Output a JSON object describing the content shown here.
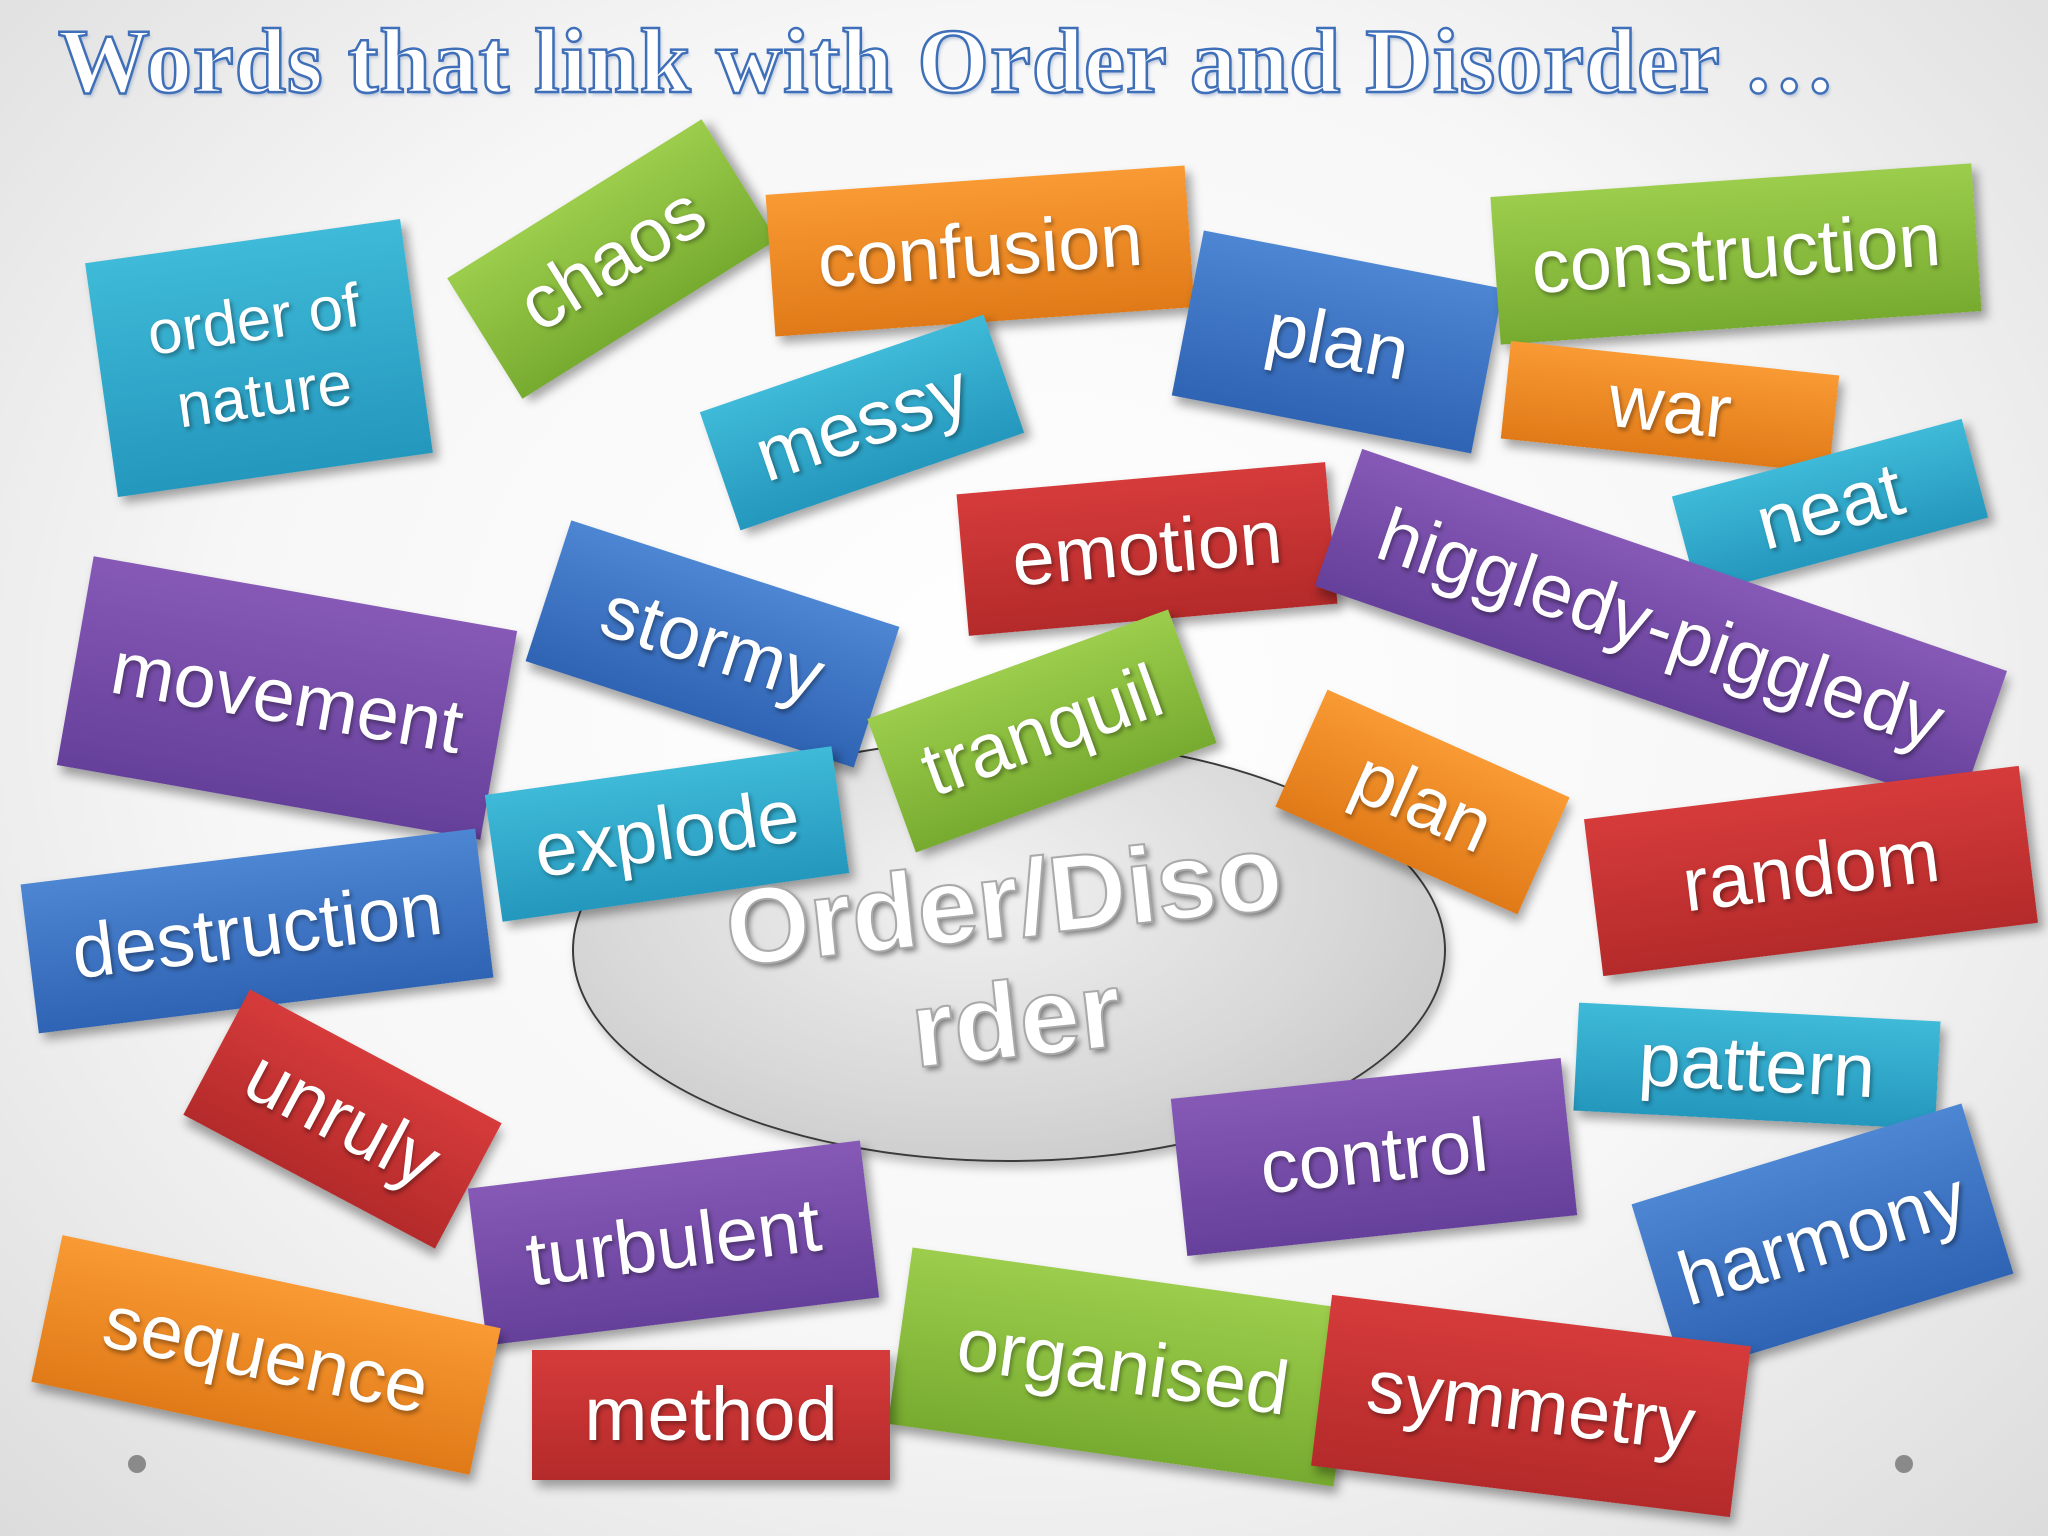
{
  "title": "Words that link with Order and Disorder …",
  "hub": {
    "label": "Order/Diso rder"
  },
  "words": {
    "order_of_nature": "order of nature",
    "chaos": "chaos",
    "confusion": "confusion",
    "plan_top": "plan",
    "construction": "construction",
    "messy": "messy",
    "war": "war",
    "neat": "neat",
    "emotion": "emotion",
    "higgledy_piggledy": "higgledy-piggledy",
    "stormy": "stormy",
    "movement": "movement",
    "tranquil": "tranquil",
    "plan_mid": "plan",
    "explode": "explode",
    "random": "random",
    "destruction": "destruction",
    "unruly": "unruly",
    "pattern": "pattern",
    "control": "control",
    "harmony": "harmony",
    "turbulent": "turbulent",
    "sequence": "sequence",
    "organised": "organised",
    "symmetry": "symmetry",
    "method": "method"
  },
  "colors": {
    "blue": "#3f74c4",
    "teal": "#2ea8cb",
    "green": "#88bd3d",
    "orange": "#f08a24",
    "red": "#c53131",
    "purple": "#774ca8",
    "title_outline": "#3f6fb8"
  }
}
